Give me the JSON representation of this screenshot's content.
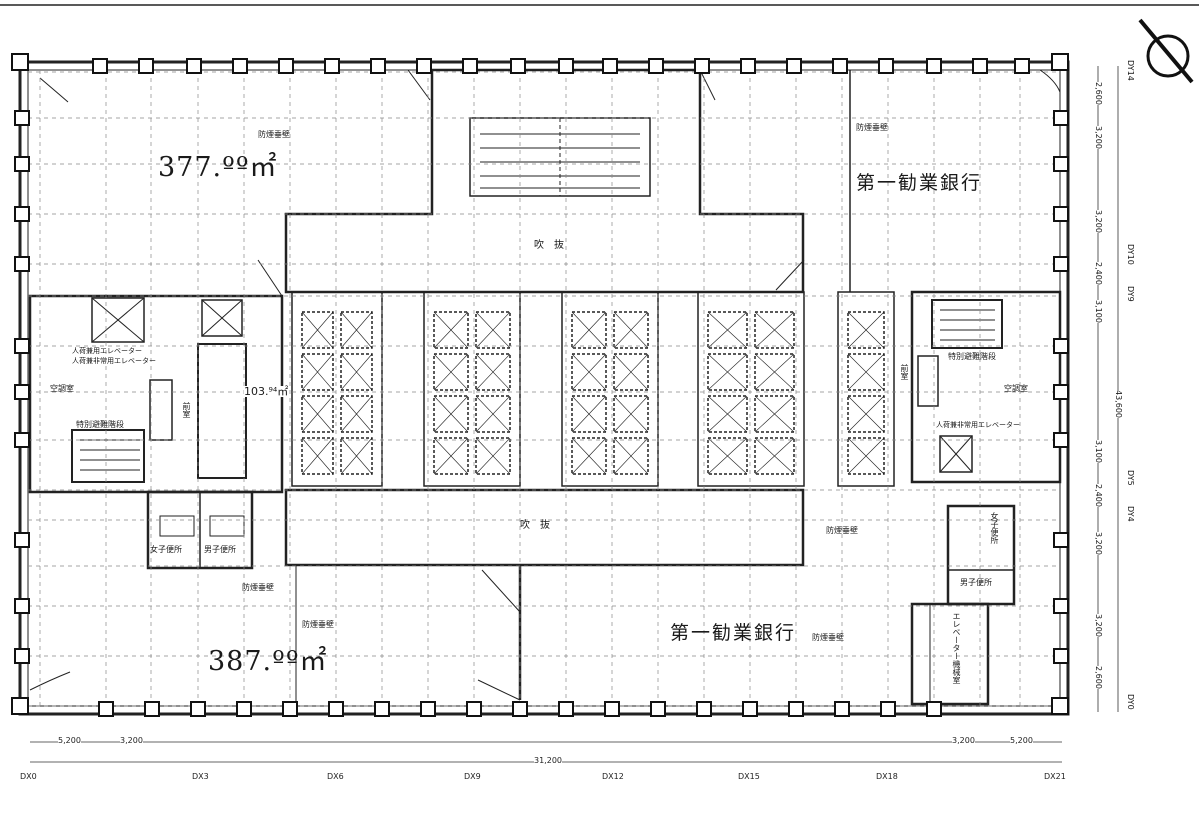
{
  "tenant_top_right": "第一勧業銀行",
  "tenant_bottom": "第一勧業銀行",
  "area_top_left": "377.ºº㎡",
  "area_bottom_left": "387.ºº㎡",
  "area_core": "103.⁹⁴㎡",
  "void_top": "吹　抜",
  "void_bottom": "吹　抜",
  "fire_compartment_labels": [
    "防煙垂壁",
    "防煙垂壁",
    "防煙垂壁",
    "防煙垂壁",
    "防煙垂壁",
    "防煙垂壁"
  ],
  "left_core": {
    "elevator": "人荷兼用エレベーター",
    "elevator2": "人荷兼非常用エレベーター",
    "ac_room": "空調室",
    "stair": "特別避難階段",
    "anteroom": "前室",
    "womens_wc": "女子便所",
    "mens_wc": "男子便所"
  },
  "right_core": {
    "stair": "特別避難階段",
    "anteroom": "前室",
    "ac_room": "空調室",
    "elevator": "人荷兼非常用エレベーター",
    "womens_wc": "女子便所",
    "mens_wc": "男子便所",
    "elevator_machine": "エレベーター機械室"
  },
  "x_grid_labels": [
    "DX0",
    "DX3",
    "DX6",
    "DX9",
    "DX12",
    "DX15",
    "DX18",
    "DX21"
  ],
  "y_grid_labels": [
    "DY14",
    "DY10",
    "DY9",
    "DY5",
    "DY4",
    "DY0"
  ],
  "bottom_dims": [
    "5,200",
    "3,200",
    "31,200",
    "3,200",
    "5,200"
  ],
  "right_dims": [
    "2,600",
    "3,200",
    "3,200",
    "2,400",
    "3,100",
    "3,100",
    "2,400",
    "3,200",
    "3,200",
    "2,600"
  ],
  "right_total": "43,600"
}
